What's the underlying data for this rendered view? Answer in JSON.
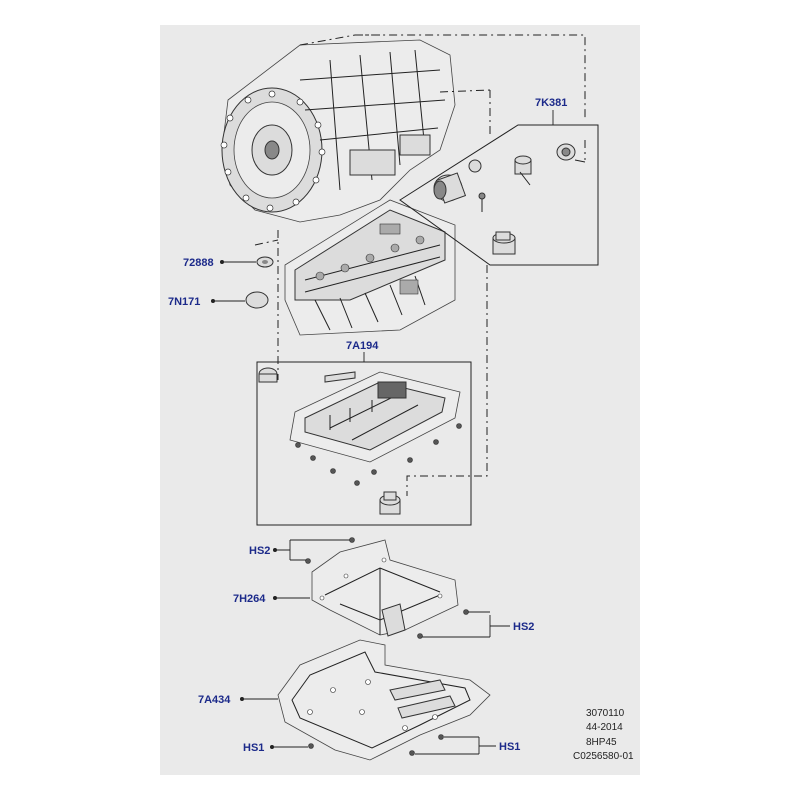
{
  "callouts": {
    "c7K381": "7K381",
    "c72888": "72888",
    "c7N171": "7N171",
    "c7A194": "7A194",
    "hs2_upper": "HS2",
    "c7H264": "7H264",
    "hs2_right": "HS2",
    "c7A434": "7A434",
    "hs1_left": "HS1",
    "hs1_right": "HS1"
  },
  "footer": {
    "line1": "3070110",
    "line2": "44-2014",
    "line3": "8HP45",
    "line4": "C0256580-01"
  },
  "colors": {
    "background": "#eaeaea",
    "callout_text": "#1c2a8a",
    "line": "#222222"
  }
}
